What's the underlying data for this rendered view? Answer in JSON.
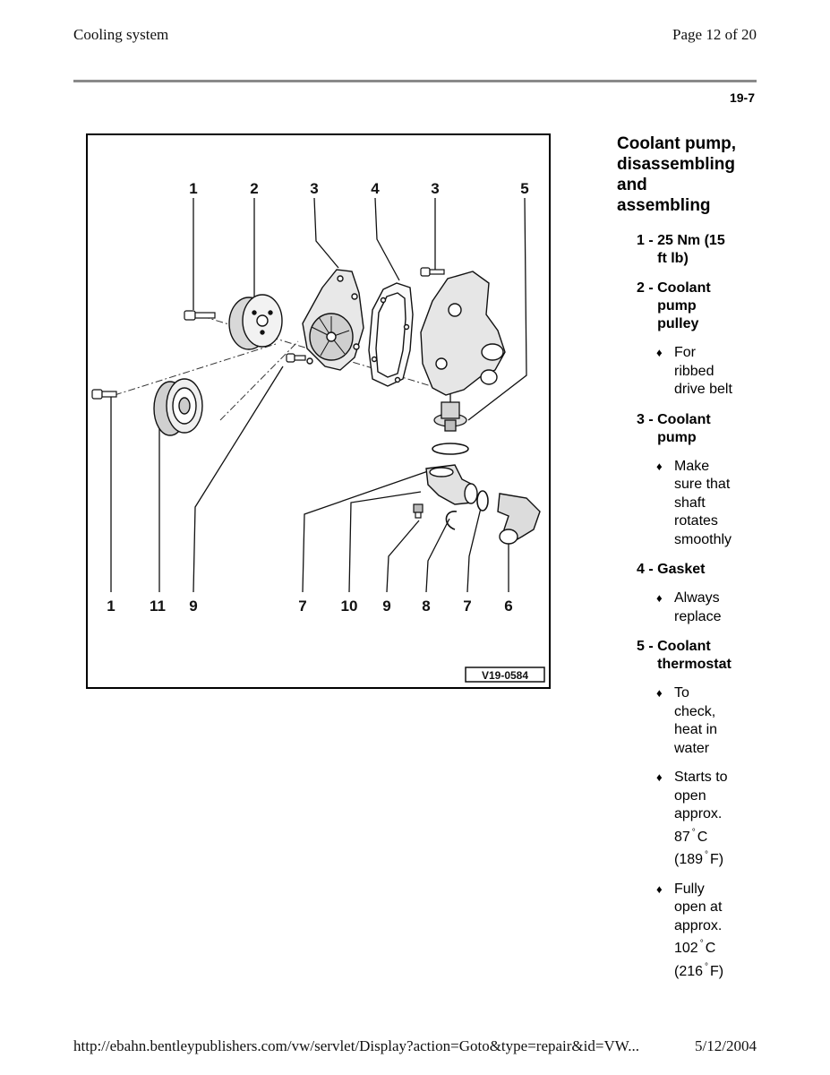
{
  "header": {
    "left": "Cooling system",
    "right": "Page 12 of 20",
    "doc_number": "19-7"
  },
  "figure": {
    "label": "V19-0584",
    "callouts_top": [
      "1",
      "2",
      "3",
      "4",
      "3",
      "5"
    ],
    "callouts_bottom": [
      "1",
      "11",
      "9",
      "7",
      "10",
      "9",
      "8",
      "7",
      "6"
    ]
  },
  "sidebar": {
    "title_lines": [
      "Coolant pump,",
      "disassembling",
      "and",
      "assembling"
    ],
    "items": [
      {
        "num": "1 - ",
        "lines": [
          "25 Nm (15",
          "ft lb)"
        ],
        "bullets": []
      },
      {
        "num": "2 - ",
        "lines": [
          "Coolant",
          "pump",
          "pulley"
        ],
        "bullets": [
          {
            "lines": [
              "For",
              "ribbed",
              "drive belt"
            ]
          }
        ]
      },
      {
        "num": "3 - ",
        "lines": [
          "Coolant",
          "pump"
        ],
        "bullets": [
          {
            "lines": [
              "Make",
              "sure that",
              "shaft",
              "rotates",
              "smoothly"
            ]
          }
        ]
      },
      {
        "num": "4 - ",
        "lines": [
          "Gasket"
        ],
        "bullets": [
          {
            "lines": [
              "Always",
              "replace"
            ]
          }
        ]
      },
      {
        "num": "5 - ",
        "lines": [
          "Coolant",
          "thermostat"
        ],
        "bullets": [
          {
            "lines": [
              "To",
              "check,",
              "heat in",
              "water"
            ]
          },
          {
            "lines": [
              "Starts to",
              "open",
              "approx.",
              "87",
              "C",
              "(189",
              "F)"
            ]
          },
          {
            "lines": [
              "Fully",
              "open at",
              "approx.",
              "102",
              "C",
              "(216",
              "F)"
            ]
          }
        ]
      }
    ],
    "bullet_symbol": "♦",
    "degree_symbol": "°"
  },
  "footer": {
    "url": "http://ebahn.bentleypublishers.com/vw/servlet/Display?action=Goto&type=repair&id=VW...",
    "date": "5/12/2004"
  }
}
